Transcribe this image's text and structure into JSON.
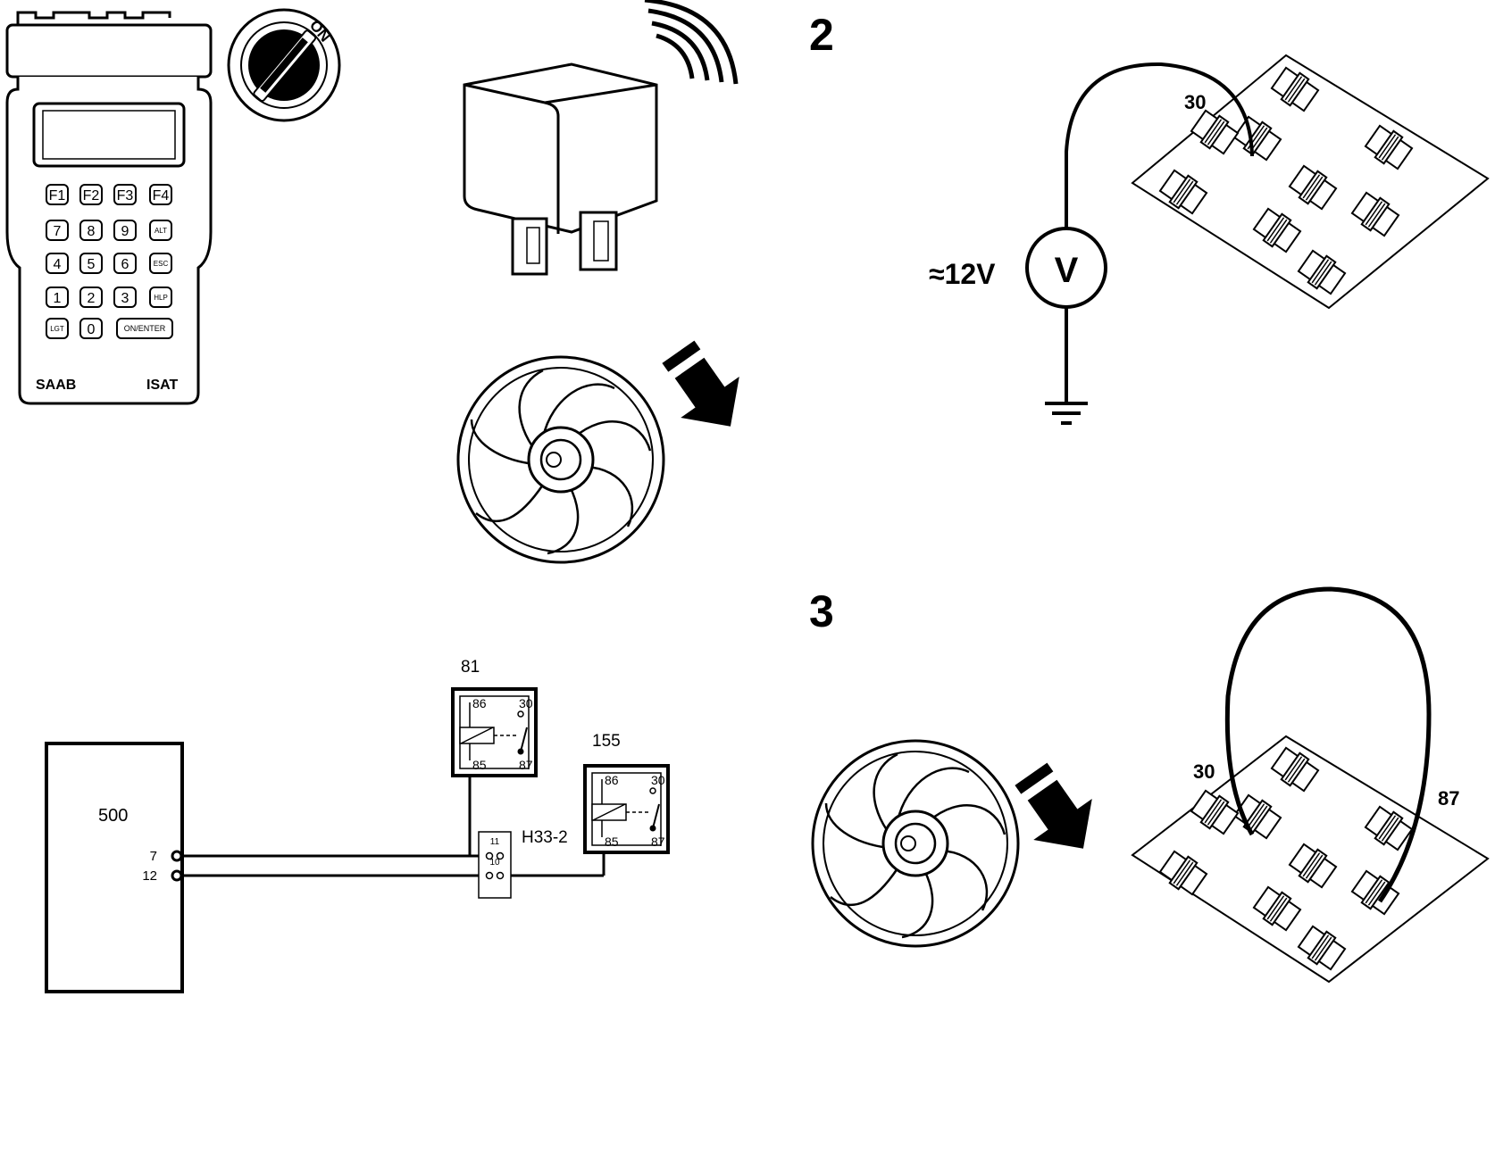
{
  "tester": {
    "keys": [
      "F1",
      "F2",
      "F3",
      "F4",
      "7",
      "8",
      "9",
      "ALT",
      "4",
      "5",
      "6",
      "ESC",
      "1",
      "2",
      "3",
      "HLP",
      "LGT",
      "0",
      "ON/ENTER"
    ],
    "brand": "SAAB",
    "model": "ISAT"
  },
  "ignition": {
    "label": "ON"
  },
  "step2": {
    "number": "2",
    "voltage": "≈12V",
    "meter_symbol": "V",
    "terminal": "30"
  },
  "step3": {
    "number": "3",
    "terminal_a": "30",
    "terminal_b": "87"
  },
  "wiring": {
    "control_module": "500",
    "pin_a": "7",
    "pin_b": "12",
    "connector": "H33-2",
    "connector_pin_a": "11",
    "connector_pin_b": "10",
    "relay_1": {
      "id": "81",
      "pins": [
        "86",
        "30",
        "85",
        "87"
      ]
    },
    "relay_2": {
      "id": "155",
      "pins": [
        "86",
        "30",
        "85",
        "87"
      ]
    }
  }
}
